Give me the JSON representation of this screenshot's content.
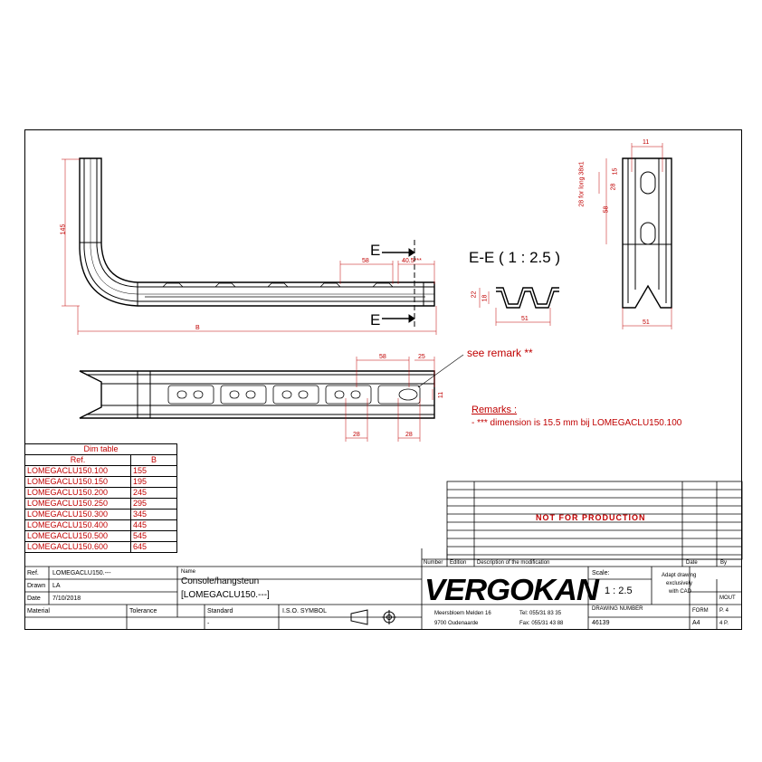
{
  "views": {
    "side": {
      "height_dim": "145",
      "length_dim": "B",
      "slot_pitch": "58",
      "end_dim": "40.5***",
      "section_mark": "E"
    },
    "section_ee": {
      "title": "E-E ( 1 : 2.5 )",
      "dim_22": "22",
      "dim_18": "18",
      "dim_51": "51"
    },
    "top": {
      "dim_58": "58",
      "dim_25": "25",
      "dim_11": "11",
      "dim_28a": "28",
      "dim_28b": "28",
      "remark_callout": "see remark **"
    },
    "end": {
      "dim_11": "11",
      "dim_15": "15",
      "dim_28_label": "28 for long 38x1",
      "dim_28b": "28",
      "dim_58": "58",
      "dim_51": "51"
    }
  },
  "remarks": {
    "title": "Remarks :",
    "line1": "- *** dimension is 15.5 mm bij LOMEGACLU150.100"
  },
  "dim_table": {
    "title": "Dim table",
    "col_ref": "Ref.",
    "col_b": "B",
    "rows": [
      {
        "ref": "LOMEGACLU150.100",
        "b": "155"
      },
      {
        "ref": "LOMEGACLU150.150",
        "b": "195"
      },
      {
        "ref": "LOMEGACLU150.200",
        "b": "245"
      },
      {
        "ref": "LOMEGACLU150.250",
        "b": "295"
      },
      {
        "ref": "LOMEGACLU150.300",
        "b": "345"
      },
      {
        "ref": "LOMEGACLU150.400",
        "b": "445"
      },
      {
        "ref": "LOMEGACLU150.500",
        "b": "545"
      },
      {
        "ref": "LOMEGACLU150.600",
        "b": "645"
      }
    ]
  },
  "revision_table": {
    "stamp": "NOT FOR PRODUCTION",
    "col_number": "Number",
    "col_edition": "Edition",
    "col_description": "Description of the modification",
    "col_date": "Date",
    "col_by": "By"
  },
  "title_block": {
    "ref_label": "Ref.",
    "ref_value": "LOMEGACLU150.---",
    "drawn_label": "Drawn",
    "drawn_value": "LA",
    "date_label": "Date",
    "date_value": "7/10/2018",
    "name_label": "Name",
    "name_line1": "Console/hangsteun",
    "name_line2": "[LOMEGACLU150.---]",
    "material_label": "Material",
    "tolerance_label": "Tolerance",
    "standard_label": "Standard",
    "standard_value": "-",
    "iso_label": "I.S.O. SYMBOL",
    "company": "VERGOKAN",
    "address1": "Meersbloem Melden 16",
    "address2": "9700 Oudenaarde",
    "tel": "Tel: 055/31 83 35",
    "fax": "Fax: 055/31 43 88",
    "scale_label": "Scale:",
    "scale_value": "1 : 2.5",
    "note1": "Adapt drawing",
    "note2": "exclusively",
    "note3": "with CAD",
    "drawing_number_label": "DRAWING NUMBER",
    "drawing_number": "46139",
    "form_label": "FORM",
    "form_value": "A4",
    "mout": "MOUT",
    "page_a": "P. 4",
    "page_b": "4  P."
  }
}
